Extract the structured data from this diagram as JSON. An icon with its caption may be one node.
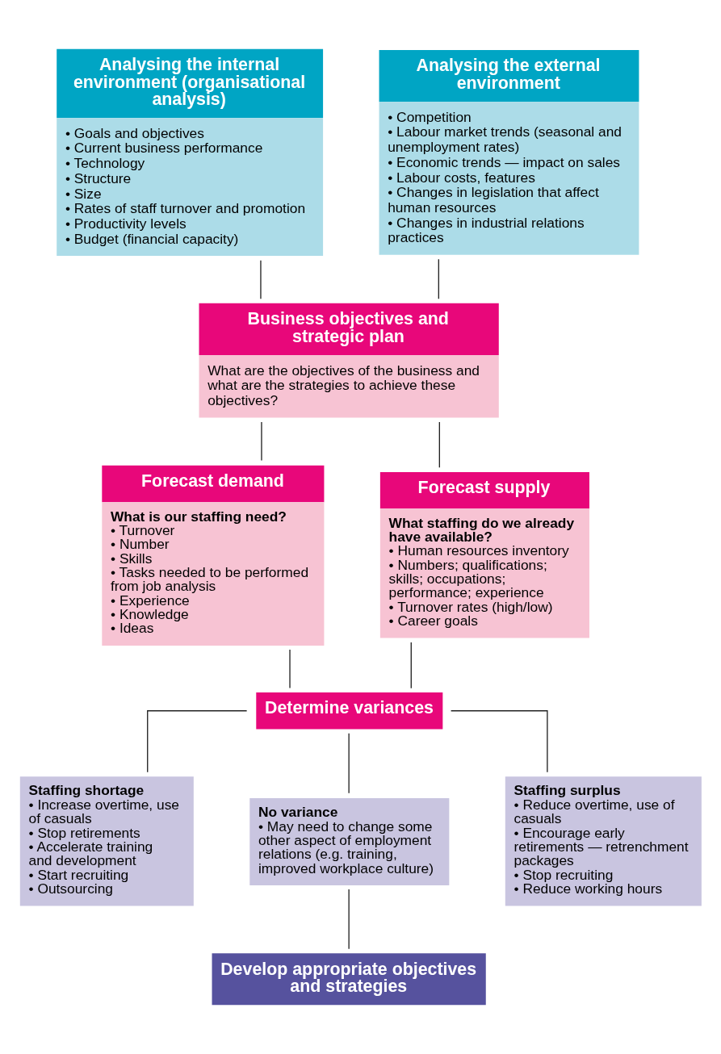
{
  "diagram": {
    "nodes": [
      {
        "text": [
          "Analysing the internal environment (organisational analysis)",
          "• Goals and objectives",
          "• Current business performance",
          "• Technology",
          "• Structure",
          "• Size",
          "• Rates of staff turnover and promotion",
          "• Productivity levels",
          "• Budget (financial capacity)"
        ]
      },
      {
        "text": [
          "Analysing the external environment",
          "• Competition",
          "• Labour market trends (seasonal and unemployment rates)",
          "• Economic trends — impact on sales",
          "• Labour costs, features",
          "• Changes in legislation that affect human resources",
          "• Changes in industrial relations practices"
        ]
      },
      {
        "text": [
          "Business objectives and strategic plan",
          "What are the objectives of the business and what are the strategies to achieve these objectives?"
        ]
      },
      {
        "text": [
          "Forecast demand",
          "What is our staffing need?",
          "• Turnover",
          "• Number",
          "• Skills",
          "• Tasks needed to be performed from job analysis",
          "• Experience",
          "• Knowledge",
          "• Ideas"
        ]
      },
      {
        "text": [
          "Forecast supply",
          "What staffing do we already have available?",
          "• Human resources inventory",
          "• Numbers; qualifications; skills; occupations; performance; experience",
          "• Turnover rates (high/low)",
          "• Career goals"
        ]
      },
      {
        "text": [
          "Determine variances"
        ]
      },
      {
        "text": [
          "Staffing shortage",
          "• Increase overtime, use of casuals",
          "• Stop retirements",
          "• Accelerate training and development",
          "• Start recruiting",
          "• Outsourcing"
        ]
      },
      {
        "text": [
          "No variance",
          "• May need to change some other aspect of employment relations (e.g. training, improved workplace culture)"
        ]
      },
      {
        "text": [
          "Staffing surplus",
          "• Reduce overtime, use of casuals",
          "• Encourage early retirements — retrenchment packages",
          "• Stop recruiting",
          "• Reduce working hours"
        ]
      },
      {
        "text": [
          "Develop appropriate objectives and strategies"
        ]
      }
    ],
    "edges": [
      {
        "from": 0,
        "to": 2,
        "arrow": "none"
      },
      {
        "from": 1,
        "to": 2,
        "arrow": "none"
      },
      {
        "from": 2,
        "to": 3,
        "arrow": "none"
      },
      {
        "from": 2,
        "to": 4,
        "arrow": "none"
      },
      {
        "from": 3,
        "to": 5,
        "arrow": "none"
      },
      {
        "from": 4,
        "to": 5,
        "arrow": "none"
      },
      {
        "from": 5,
        "to": 6,
        "arrow": "none"
      },
      {
        "from": 5,
        "to": 7,
        "arrow": "none"
      },
      {
        "from": 5,
        "to": 8,
        "arrow": "none"
      },
      {
        "from": 7,
        "to": 9,
        "arrow": "none"
      }
    ]
  }
}
